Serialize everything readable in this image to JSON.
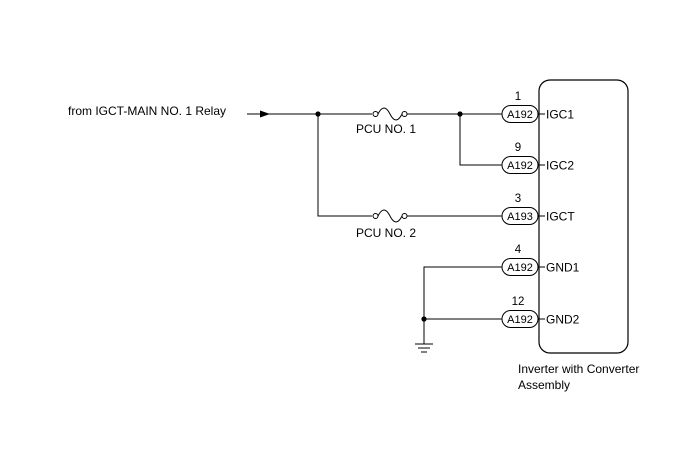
{
  "source_label": "from IGCT-MAIN NO. 1 Relay",
  "fuses": {
    "fuse1": "PCU NO. 1",
    "fuse2": "PCU NO. 2"
  },
  "pins": [
    {
      "number": "1",
      "connector": "A192",
      "signal": "IGC1"
    },
    {
      "number": "9",
      "connector": "A192",
      "signal": "IGC2"
    },
    {
      "number": "3",
      "connector": "A193",
      "signal": "IGCT"
    },
    {
      "number": "4",
      "connector": "A192",
      "signal": "GND1"
    },
    {
      "number": "12",
      "connector": "A192",
      "signal": "GND2"
    }
  ],
  "component": {
    "line1": "Inverter with Converter",
    "line2": "Assembly"
  }
}
